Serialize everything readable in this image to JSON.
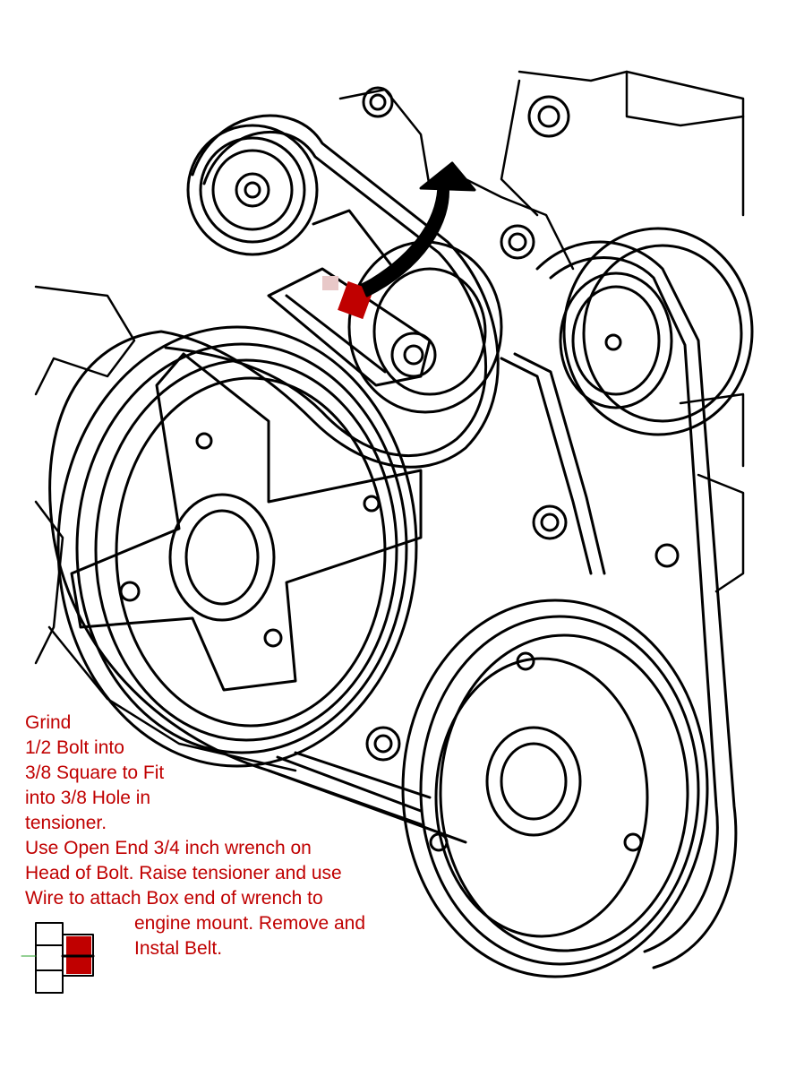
{
  "colors": {
    "ink": "#000000",
    "annotation": "#c00000",
    "background": "#ffffff"
  },
  "annotation": {
    "lines_main": [
      "Grind",
      "1/2 Bolt into",
      "3/8 Square to Fit",
      "into 3/8 Hole in",
      "tensioner.",
      "Use Open End 3/4 inch wrench on",
      "Head of Bolt. Raise tensioner and use",
      "Wire to attach Box end of wrench to"
    ],
    "lines_indented": [
      "engine mount. Remove and",
      "Instal Belt."
    ]
  }
}
